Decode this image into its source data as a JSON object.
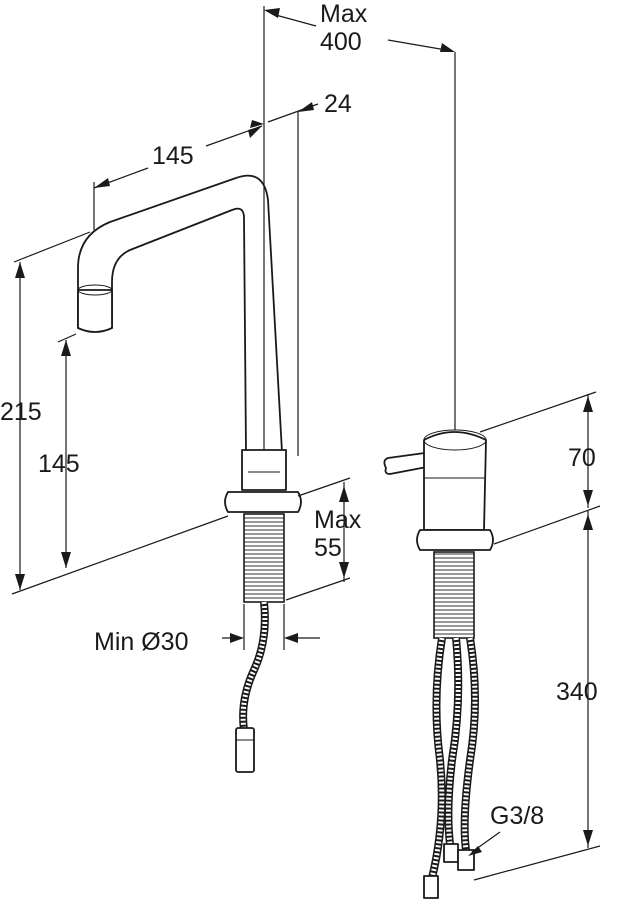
{
  "labels": {
    "max400_top": "Max",
    "max400_bottom": "400",
    "dim24": "24",
    "dim145_spout": "145",
    "dim215": "215",
    "dim145_height": "145",
    "max55_top": "Max",
    "max55_bottom": "55",
    "min_d30": "Min Ø30",
    "dim70": "70",
    "dim340": "340",
    "g38": "G3/8"
  }
}
